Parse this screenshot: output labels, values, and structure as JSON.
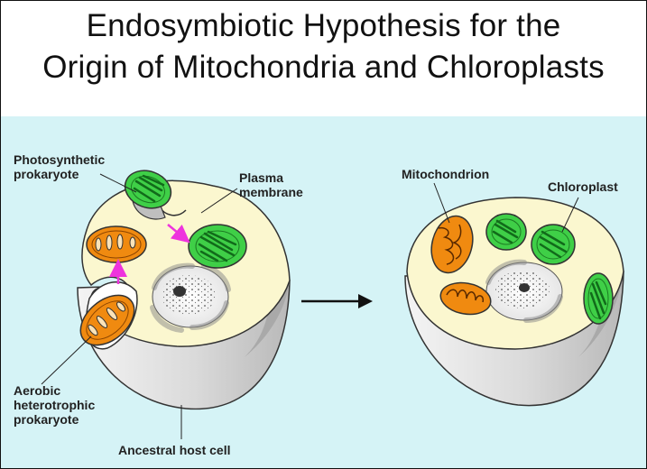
{
  "title": {
    "line1": "Endosymbiotic Hypothesis for the",
    "line2": "Origin of Mitochondria and Chloroplasts"
  },
  "labels": {
    "photosynthetic_1": "Photosynthetic",
    "photosynthetic_2": "prokaryote",
    "plasma_1": "Plasma",
    "plasma_2": "membrane",
    "aerobic_1": "Aerobic",
    "aerobic_2": "heterotrophic",
    "aerobic_3": "prokaryote",
    "ancestral": "Ancestral host cell",
    "mitochondrion": "Mitochondrion",
    "chloroplast": "Chloroplast"
  },
  "colors": {
    "panel_background": "#d5f3f6",
    "cytoplasm": "#fbf7cf",
    "cell_body": "#d9d9d9",
    "mitochondrion_fill": "#f08a10",
    "chloroplast_fill": "#3fcf47",
    "arrow_magenta": "#ee33dd"
  },
  "icons": {
    "arrow": "right-arrow-icon"
  }
}
